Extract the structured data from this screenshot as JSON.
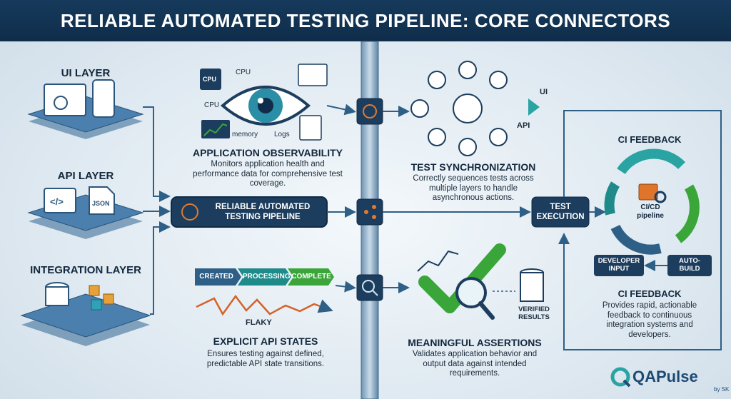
{
  "title": "RELIABLE AUTOMATED TESTING PIPELINE: CORE CONNECTORS",
  "layers": {
    "ui": "UI LAYER",
    "api": "API LAYER",
    "integration": "INTEGRATION LAYER",
    "json_label": "JSON",
    "code_label": "</>"
  },
  "observability": {
    "title": "APPLICATION OBSERVABILITY",
    "description": "Monitors application health and performance data for comprehensive test coverage.",
    "cpu_chip": "CPU",
    "cpu_1": "CPU",
    "cpu_2": "CPU",
    "memory": "memory",
    "logs": "Logs"
  },
  "pipeline": {
    "label": "RELIABLE AUTOMATED TESTING PIPELINE"
  },
  "api_states": {
    "title": "EXPLICIT API STATES",
    "description": "Ensures testing against defined, predictable API state transitions.",
    "states": [
      "CREATED",
      "PROCESSING",
      "COMPLETE"
    ],
    "flaky": "FLAKY"
  },
  "synchronization": {
    "title": "TEST SYNCHRONIZATION",
    "description": "Correctly sequences tests across multiple layers to handle asynchronous actions.",
    "ui": "UI",
    "api": "API"
  },
  "assertions": {
    "title": "MEANINGFUL ASSERTIONS",
    "description": "Validates application behavior and output data against intended requirements.",
    "verified": "VERIFIED RESULTS"
  },
  "execution": {
    "label": "TEST EXECUTION"
  },
  "ci": {
    "feedback_top": "CI FEEDBACK",
    "cycle_label": "CI/CD pipeline",
    "developer_input": "DEVELOPER INPUT",
    "auto_build": "AUTO-BUILD",
    "feedback_title": "CI FEEDBACK",
    "feedback_description": "Provides rapid, actionable feedback to continuous integration systems and developers."
  },
  "brand": {
    "name": "QAPulse",
    "byline": "by SK"
  },
  "colors": {
    "navy": "#0f2d4a",
    "steel": "#2e5f86",
    "teal": "#1f8a8a",
    "green": "#3aa63a",
    "orange": "#e0742a"
  }
}
